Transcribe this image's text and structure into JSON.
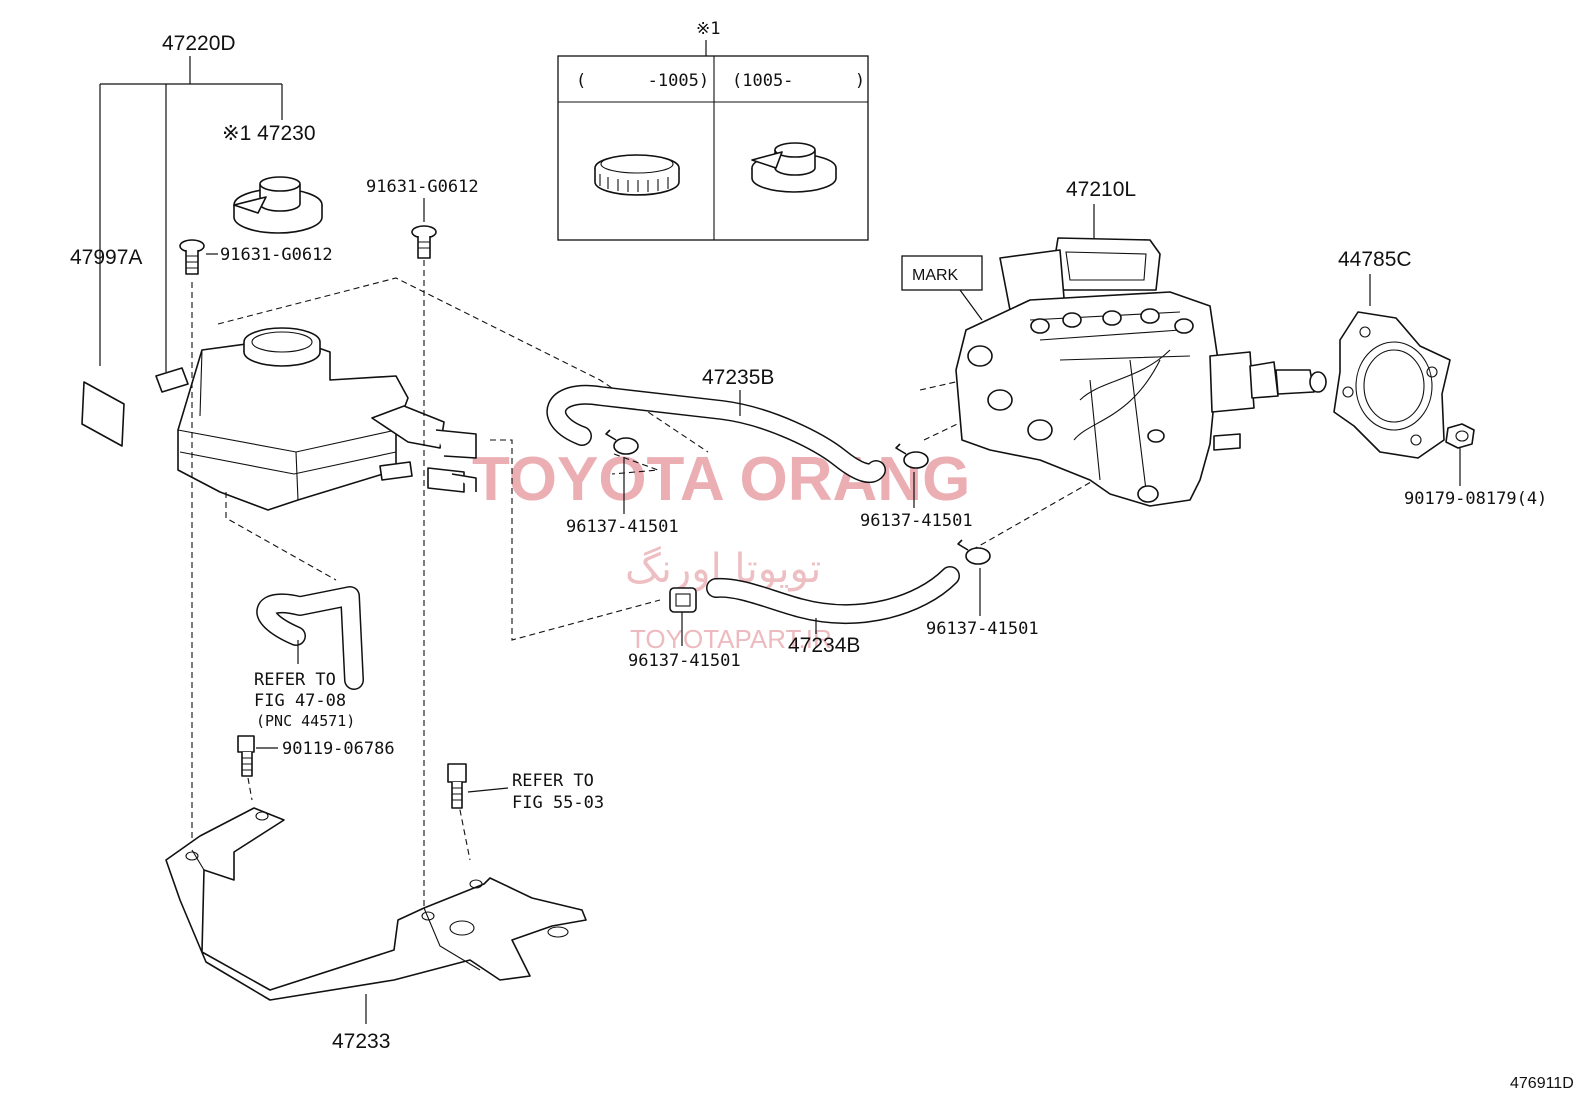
{
  "watermark": {
    "main": "TOYOTA ORANG",
    "persian": "تویوتا اورنگ",
    "url": "TOYOTAPART.IR"
  },
  "figure_id": "476911D",
  "inset": {
    "note": "※1",
    "left_header": "(      -1005)",
    "right_header": "(1005-      )"
  },
  "labels": {
    "p47220D": "47220D",
    "p47230": "※1 47230",
    "p47997A": "47997A",
    "p91631_a": "91631-G0612",
    "p91631_b": "91631-G0612",
    "p47235B": "47235B",
    "p47210L": "47210L",
    "mark": "MARK",
    "p44785C": "44785C",
    "p90179": "90179-08179(4)",
    "p96137_a": "96137-41501",
    "p96137_b": "96137-41501",
    "p96137_c": "96137-41501",
    "p96137_d": "96137-41501",
    "p47234B": "47234B",
    "refer1_a": "REFER TO",
    "refer1_b": "FIG 47-08",
    "refer1_c": "(PNC 44571)",
    "p90119": "90119-06786",
    "refer2_a": "REFER TO",
    "refer2_b": "FIG 55-03",
    "p47233": "47233"
  }
}
